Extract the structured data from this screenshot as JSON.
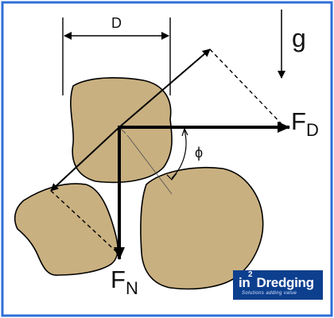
{
  "labels": {
    "d": "D",
    "g": "g",
    "fd_main": "F",
    "fd_sub": "D",
    "fn_main": "F",
    "fn_sub": "N",
    "phi": "ϕ"
  },
  "logo": {
    "prefix": "in",
    "superscript": "2",
    "brand": "Dredging",
    "tagline": "Solutions adding value"
  },
  "colors": {
    "particle_fill": "#c9b080",
    "outline": "#000000",
    "frame_border": "#2f6fd6",
    "logo_bg": "#0d3f8f"
  }
}
